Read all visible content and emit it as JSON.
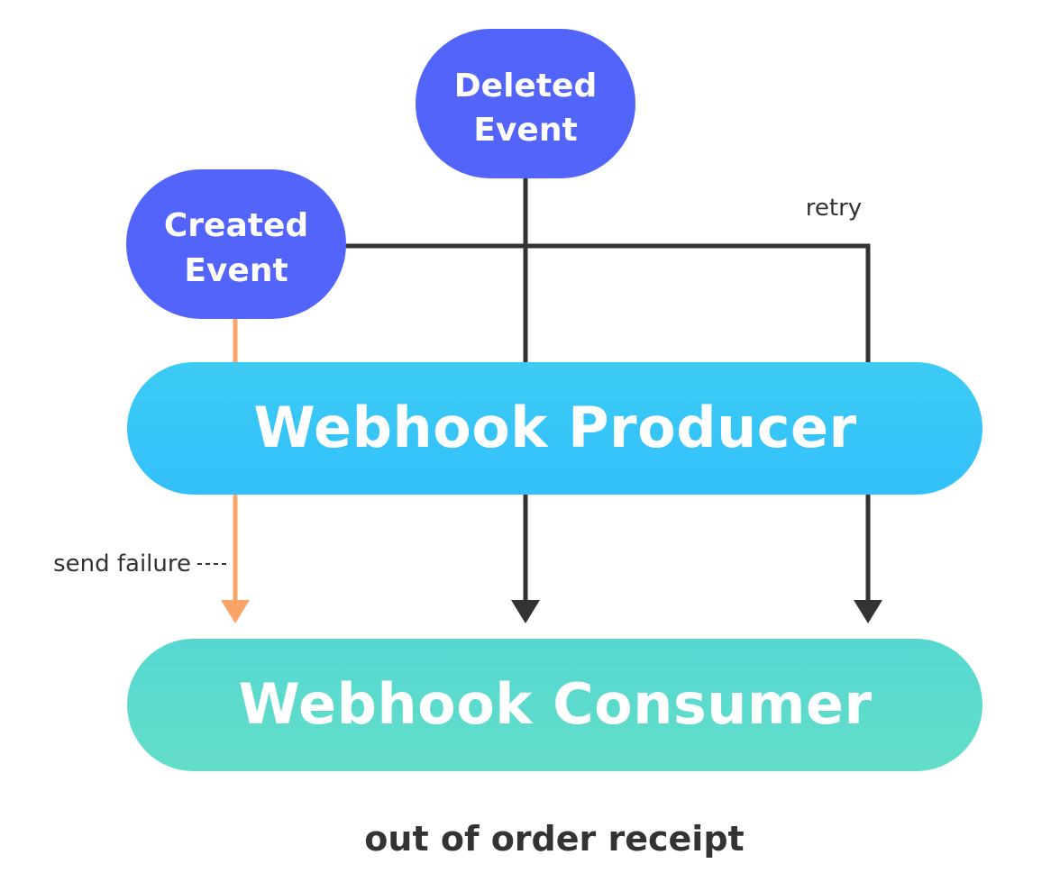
{
  "nodes": {
    "deleted_event": {
      "line1": "Deleted",
      "line2": "Event"
    },
    "created_event": {
      "line1": "Created",
      "line2": "Event"
    },
    "producer": {
      "label": "Webhook Producer"
    },
    "consumer": {
      "label": "Webhook Consumer"
    }
  },
  "labels": {
    "retry": "retry",
    "send_failure": "send failure"
  },
  "caption": "out of order receipt",
  "colors": {
    "event_node": "#5364fb",
    "producer": "#37c1f8",
    "consumer": "#5ddbcd",
    "arrow_dark": "#333333",
    "arrow_failure": "#fba467"
  }
}
